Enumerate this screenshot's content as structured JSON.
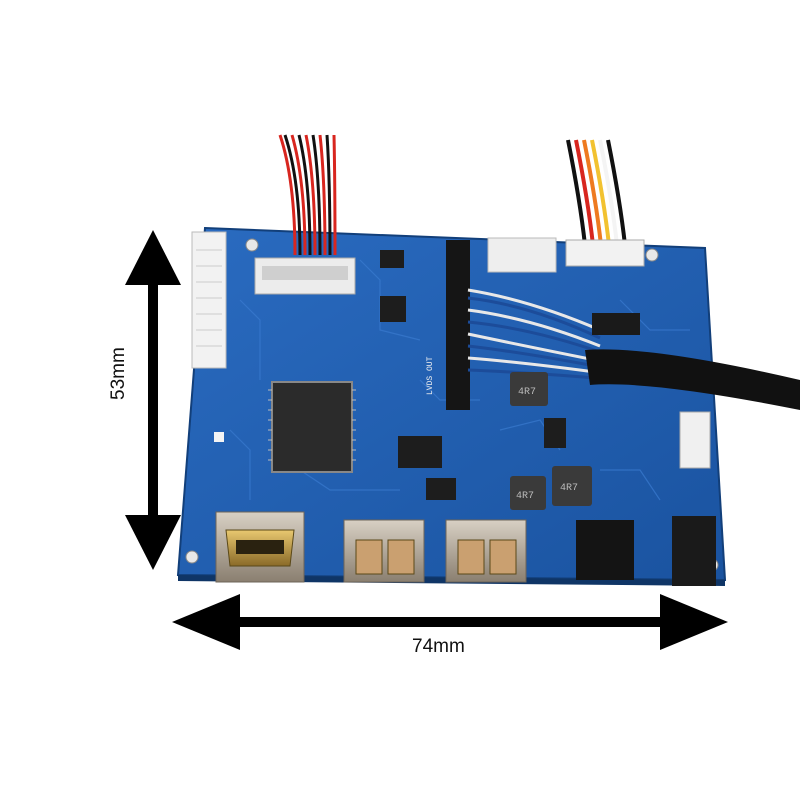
{
  "dimensions": {
    "width_label": "74mm",
    "height_label": "53mm"
  },
  "board": {
    "silkscreen_label": "LVDS OUT",
    "inductor_markings": [
      "4R7",
      "4R7",
      "4R7"
    ]
  },
  "colors": {
    "pcb": "#1f5fb0",
    "pcb_dark": "#184f96",
    "trace": "#2d6fc4",
    "arrow": "#000000",
    "cable_red": "#d8261f",
    "cable_black": "#111111"
  }
}
